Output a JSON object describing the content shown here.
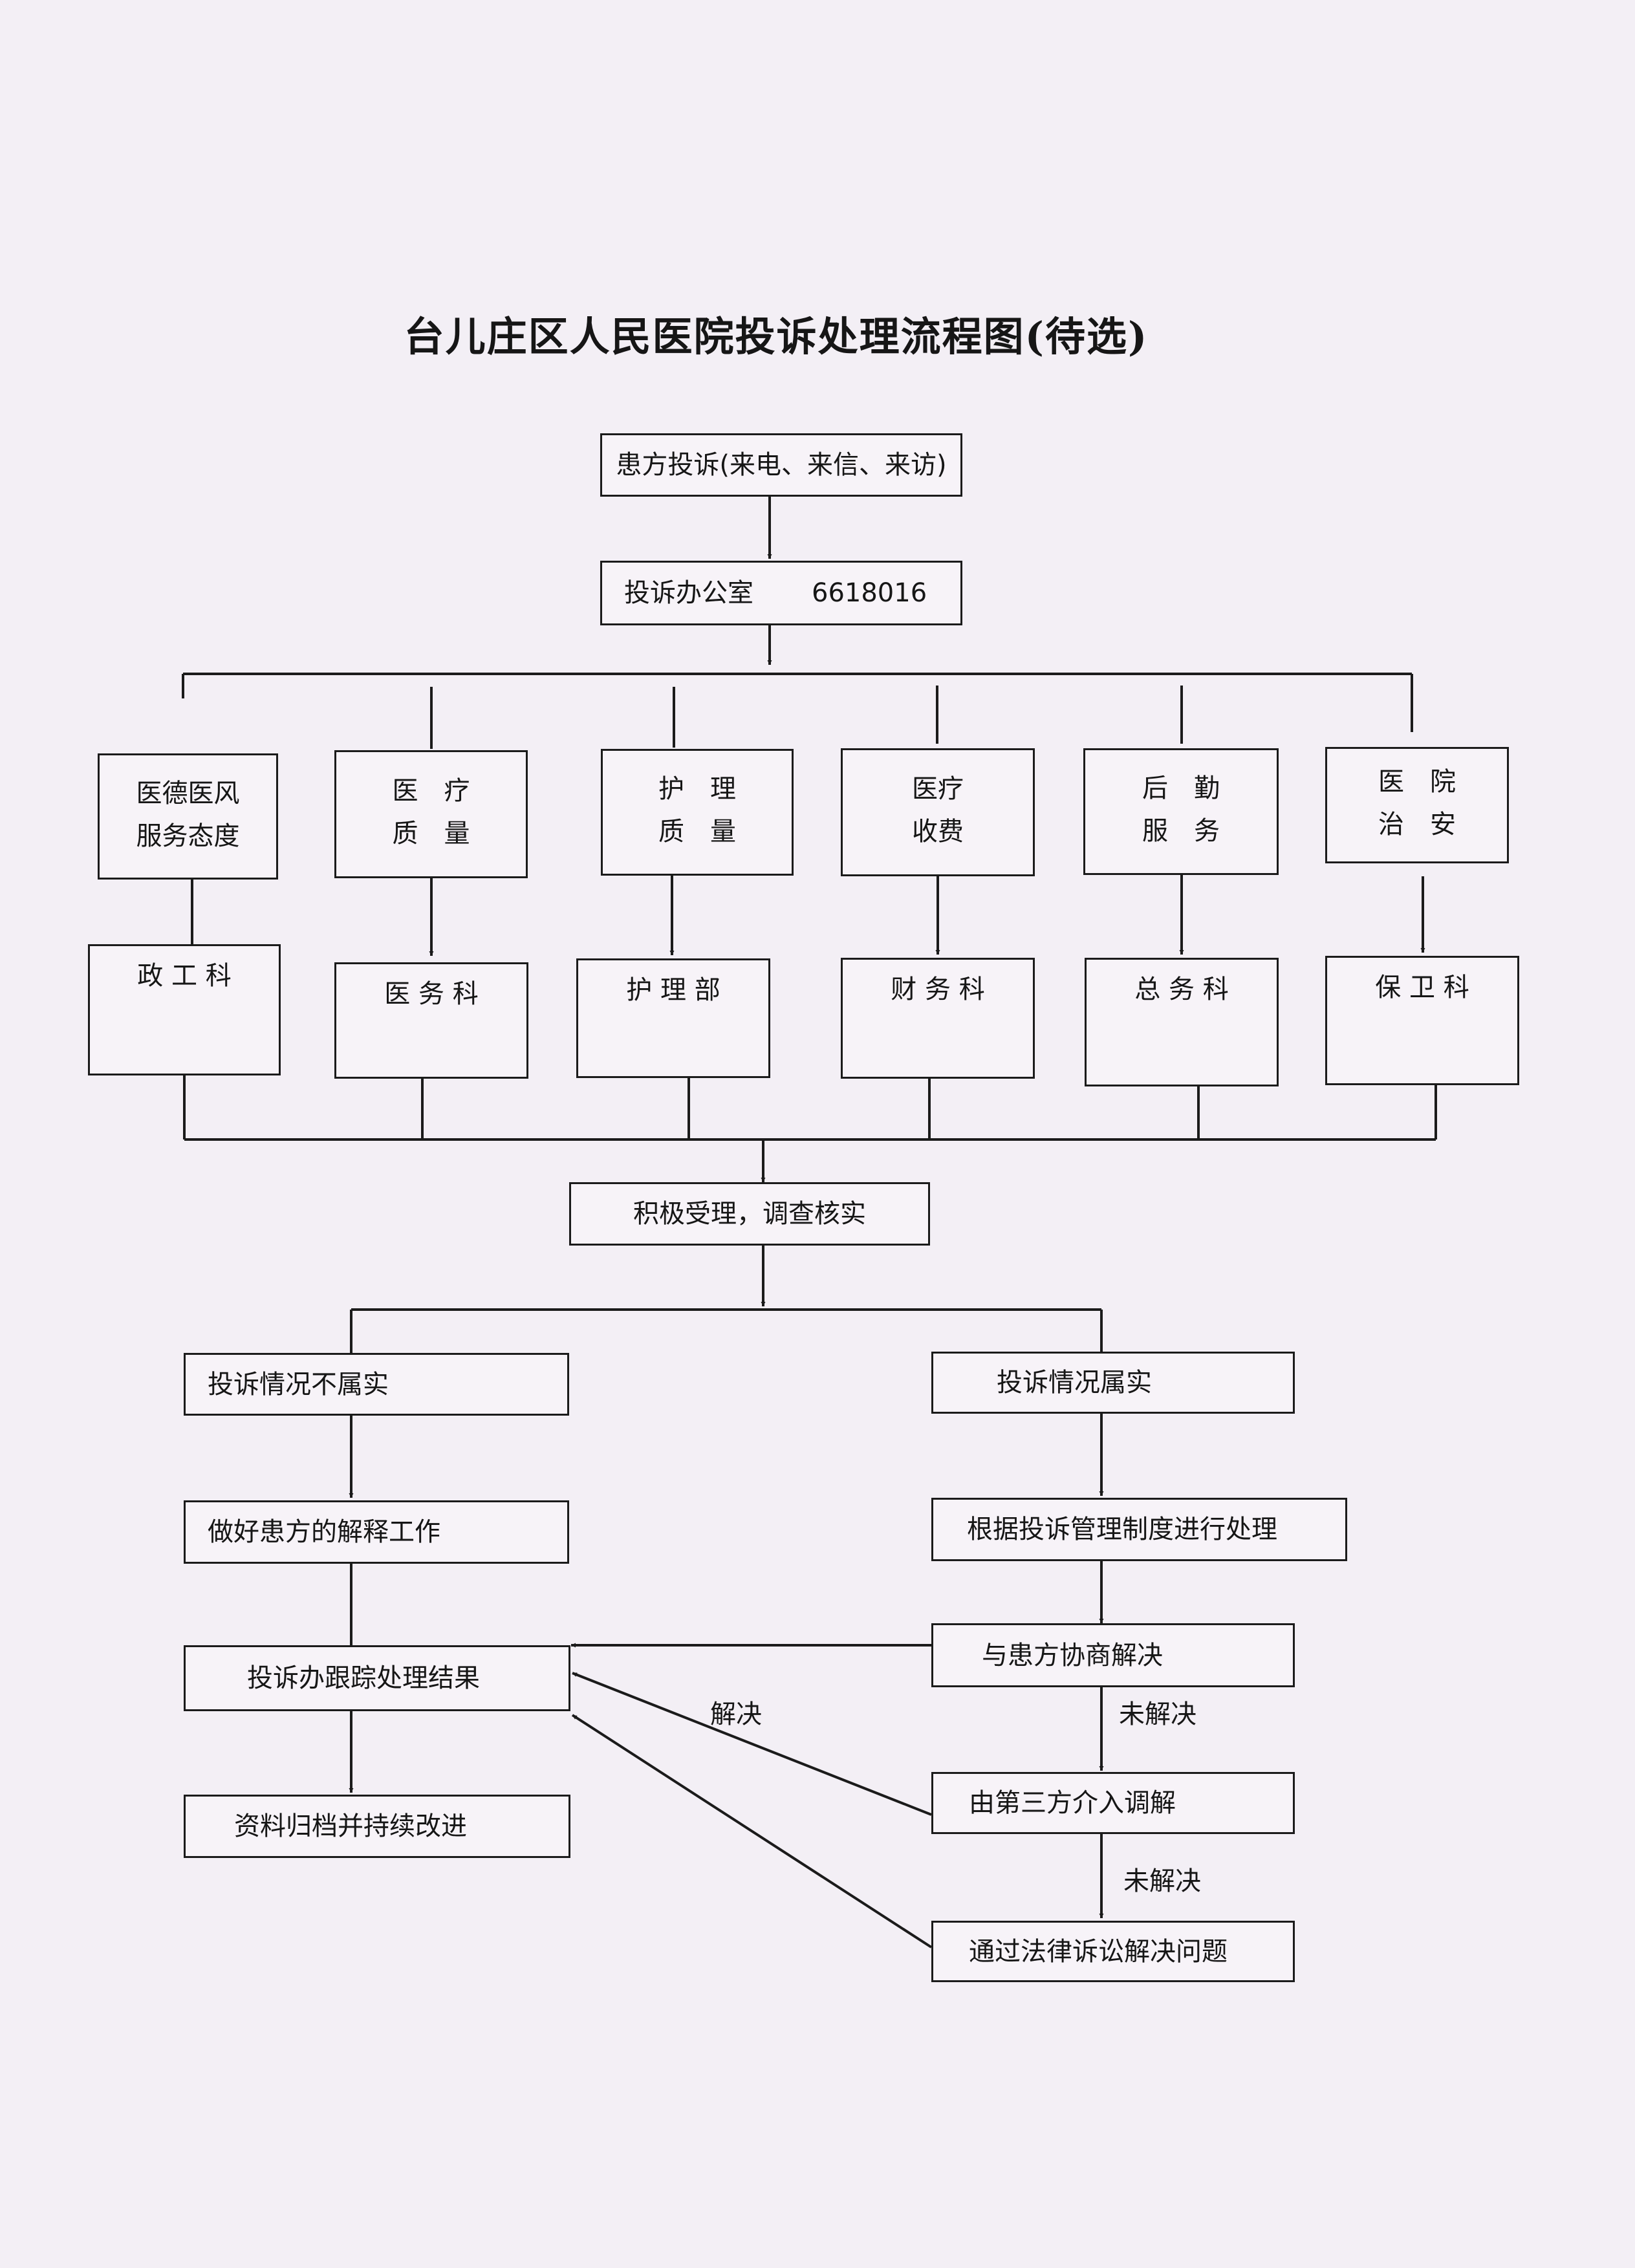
{
  "title": "台儿庄区人民医院投诉处理流程图(待选)",
  "complaint_source": "患方投诉(来电、来信、来访)",
  "complaint_office": {
    "name": "投诉办公室",
    "phone": "6618016"
  },
  "categories": [
    {
      "line1": "医德医风",
      "line2": "服务态度",
      "dept": "政 工 科"
    },
    {
      "line1": "医　疗",
      "line2": "质　量",
      "dept": "医 务 科"
    },
    {
      "line1": "护　理",
      "line2": "质　量",
      "dept": "护 理 部"
    },
    {
      "line1": "医疗",
      "line2": "收费",
      "dept": "财 务 科"
    },
    {
      "line1": "后　勤",
      "line2": "服　务",
      "dept": "总 务 科"
    },
    {
      "line1": "医　院",
      "line2": "治　安",
      "dept": "保 卫 科"
    }
  ],
  "accept_step": "积极受理，调查核实",
  "left_branch": {
    "not_true": "投诉情况不属实",
    "explain": "做好患方的解释工作",
    "track": "投诉办跟踪处理结果",
    "archive": "资料归档并持续改进"
  },
  "right_branch": {
    "true": "投诉情况属实",
    "handle": "根据投诉管理制度进行处理",
    "negotiate": "与患方协商解决",
    "mediation": "由第三方介入调解",
    "litigation": "通过法律诉讼解决问题"
  },
  "edge_labels": {
    "resolved": "解决",
    "unresolved_1": "未解决",
    "unresolved_2": "未解决"
  }
}
